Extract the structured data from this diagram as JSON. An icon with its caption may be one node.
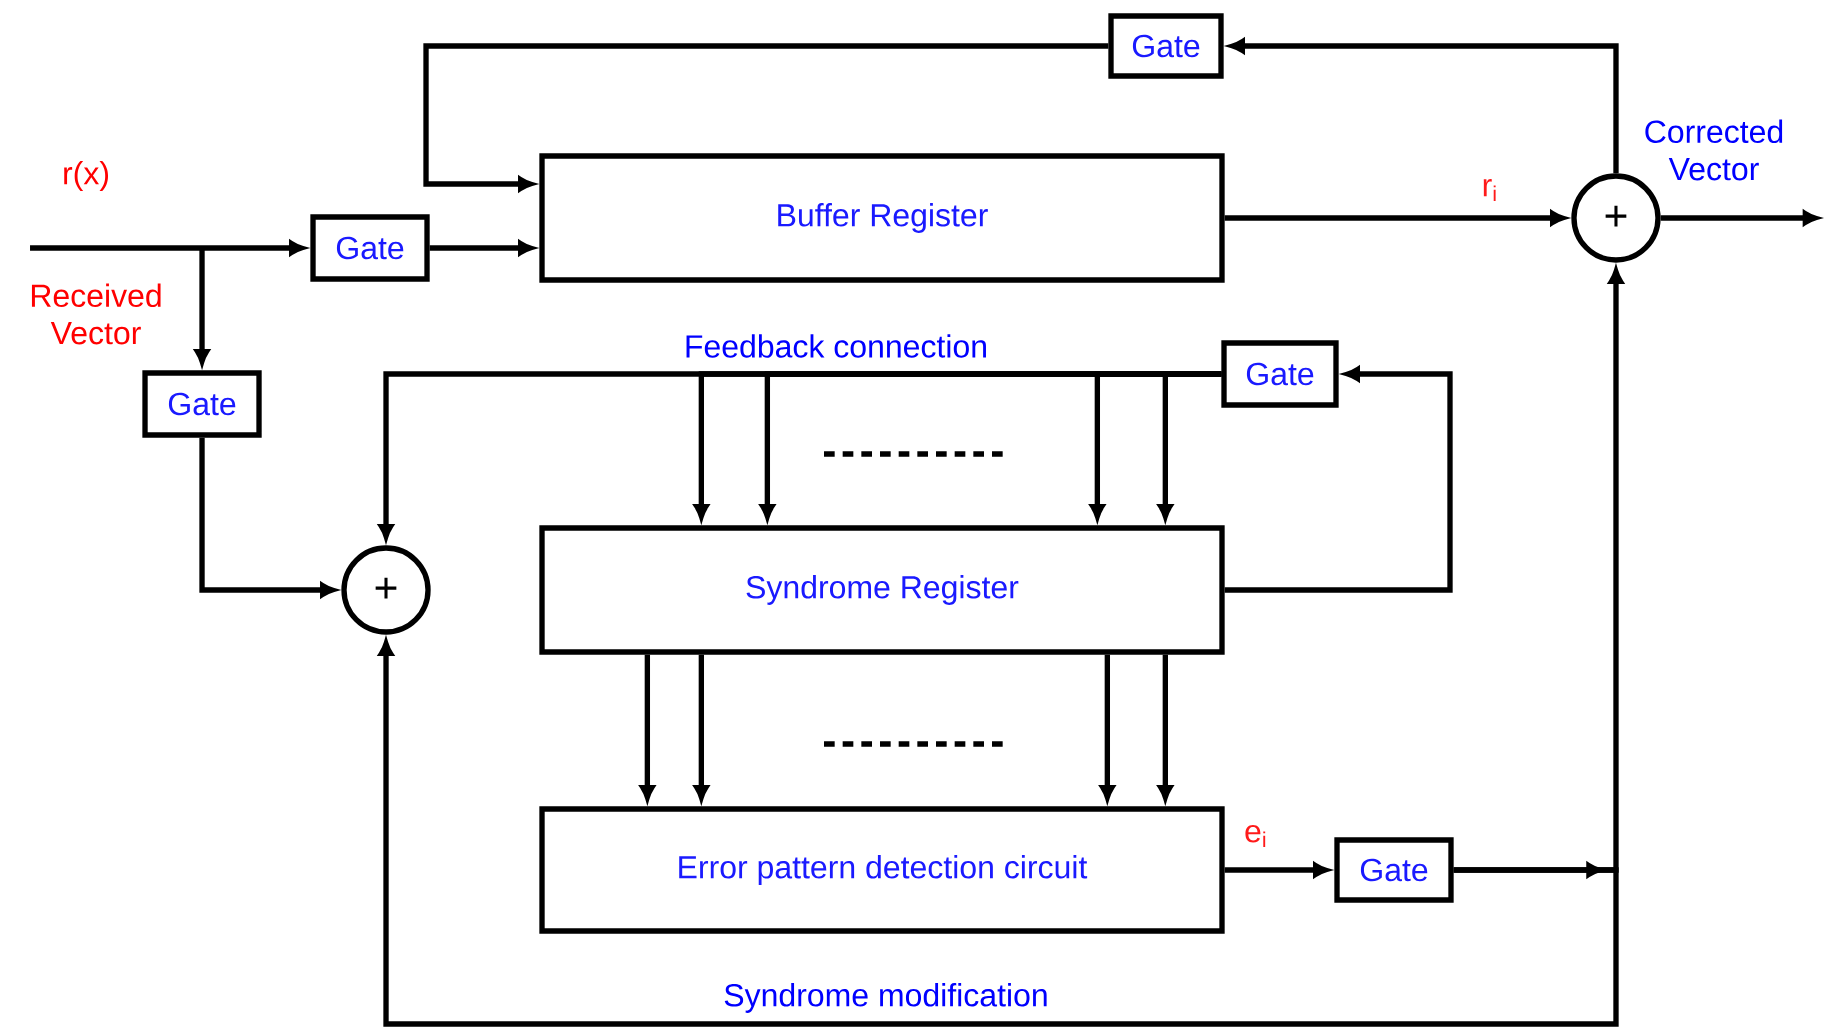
{
  "diagram": {
    "nodes": [
      {
        "text": [
          "Gate"
        ]
      },
      {
        "text": [
          "Buffer Register"
        ]
      },
      {
        "text": [
          "+"
        ]
      },
      {
        "text": [
          "Gate"
        ]
      },
      {
        "text": [
          "Gate"
        ]
      },
      {
        "text": [
          "Gate"
        ]
      },
      {
        "text": [
          "+"
        ]
      },
      {
        "text": [
          "Syndrome Register"
        ]
      },
      {
        "text": [
          "Error pattern detection circuit"
        ]
      },
      {
        "text": [
          "Gate"
        ]
      }
    ],
    "edges": [
      {
        "from": 2,
        "to": 0,
        "arrow": "to"
      },
      {
        "from": 0,
        "to": 1,
        "arrow": "to"
      },
      {
        "from": null,
        "to": 3,
        "arrow": "to"
      },
      {
        "from": null,
        "to": 4,
        "arrow": "to"
      },
      {
        "from": 3,
        "to": 1,
        "arrow": "to"
      },
      {
        "from": 1,
        "to": 2,
        "arrow": "to",
        "label": "r$_{i}$"
      },
      {
        "from": 2,
        "to": null,
        "arrow": "to"
      },
      {
        "from": 4,
        "to": 6,
        "arrow": "to"
      },
      {
        "from": 5,
        "to": 6,
        "arrow": "to"
      },
      {
        "from": 5,
        "to": 7,
        "arrow": "to"
      },
      {
        "from": 5,
        "to": 7,
        "arrow": "to"
      },
      {
        "from": 5,
        "to": 7,
        "arrow": "to"
      },
      {
        "from": 5,
        "to": 7,
        "arrow": "to"
      },
      {
        "from": 7,
        "to": 8,
        "arrow": "to"
      },
      {
        "from": 7,
        "to": 8,
        "arrow": "to"
      },
      {
        "from": 7,
        "to": 8,
        "arrow": "to"
      },
      {
        "from": 7,
        "to": 8,
        "arrow": "to"
      },
      {
        "from": 8,
        "to": 9,
        "arrow": "to",
        "label": "e$_{i}$"
      },
      {
        "from": 9,
        "to": 2,
        "arrow": "to"
      },
      {
        "from": 9,
        "to": 6,
        "arrow": "to"
      },
      {
        "from": 7,
        "to": 5,
        "arrow": "to"
      }
    ],
    "labels": [
      "r(x)",
      "Received Vector",
      "Corrected Vector",
      "Feedback connection",
      "Syndrome modification"
    ]
  }
}
